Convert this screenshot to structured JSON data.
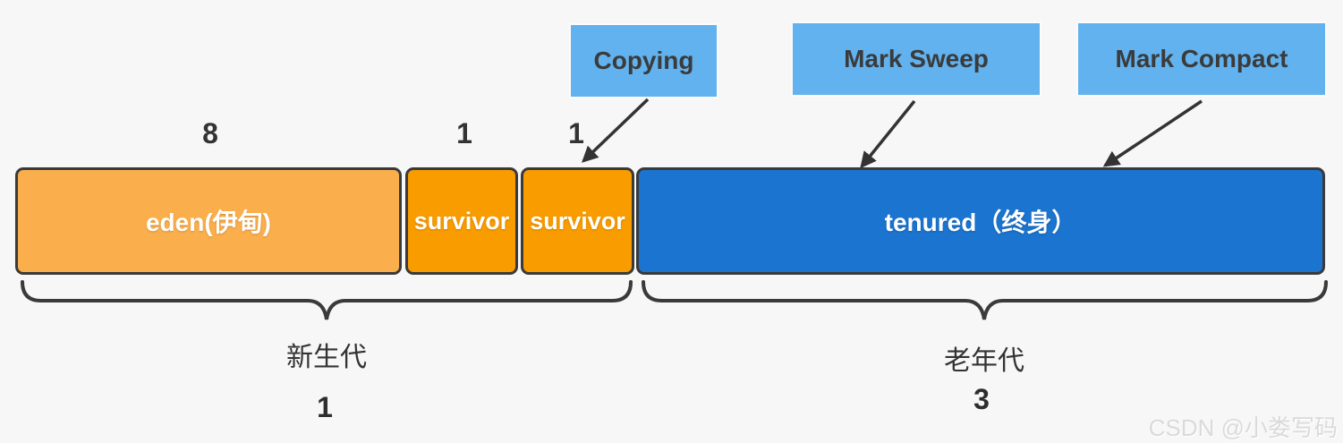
{
  "algorithms": [
    {
      "label": "Copying"
    },
    {
      "label": "Mark Sweep"
    },
    {
      "label": "Mark Compact"
    }
  ],
  "heap": {
    "regions": [
      {
        "name": "eden",
        "label": "eden(伊甸)",
        "ratio_label": "8",
        "color": "#FBAF4C"
      },
      {
        "name": "survivor-from",
        "label": "survivor",
        "ratio_label": "1",
        "color": "#F99C00"
      },
      {
        "name": "survivor-to",
        "label": "survivor",
        "ratio_label": "1",
        "color": "#F99C00"
      },
      {
        "name": "tenured",
        "label": "tenured（终身）",
        "color": "#1B74CF"
      }
    ]
  },
  "generations": [
    {
      "label": "新生代",
      "ratio_label": "1"
    },
    {
      "label": "老年代",
      "ratio_label": "3"
    }
  ],
  "watermark": "CSDN @小娄写码",
  "colors": {
    "background": "#F7F7F7",
    "eden": "#FBAF4C",
    "survivor": "#F99C00",
    "tenured": "#1B74CF",
    "algorithm_label_bg": "#61B2EE",
    "stroke": "#3A3A3A"
  }
}
